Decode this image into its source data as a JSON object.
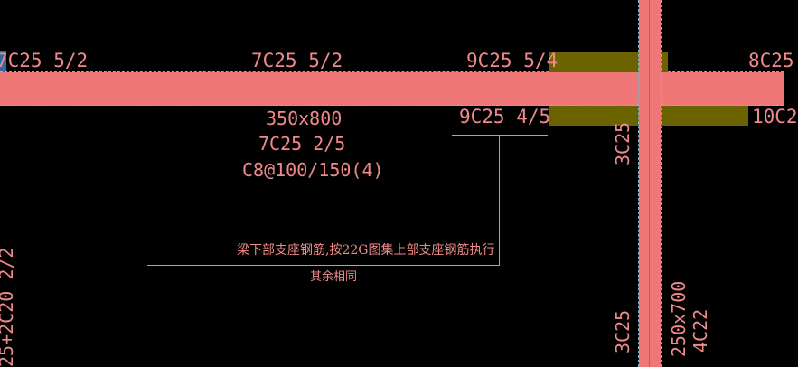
{
  "colors": {
    "background": "#000000",
    "beam": "#ef7777",
    "text": "#f08a8a",
    "support": "#6a6300",
    "dash": "#8ab3c6",
    "handle": "#2e6aa6"
  },
  "labels": {
    "top_left_partial": "7C25 5/2",
    "top_mid": "7C25 5/2",
    "top_right_near_col": "9C25 5/4",
    "top_far_right": "8C25",
    "below_right": "9C25 4/5",
    "far_right_bottom": "10C2",
    "beam_size": "350x800",
    "bottom_bars": "7C25 2/5",
    "stirrups": "C8@100/150(4)",
    "col_upper_bars": "3C25",
    "col_lower_bars": "3C25",
    "col_size": "250x700",
    "col_main_bars": "4C22",
    "left_vertical": "25+2C20 2/2"
  },
  "notes": {
    "main": "梁下部支座钢筋,按22G图集上部支座钢筋执行",
    "sub": "其余相同"
  }
}
